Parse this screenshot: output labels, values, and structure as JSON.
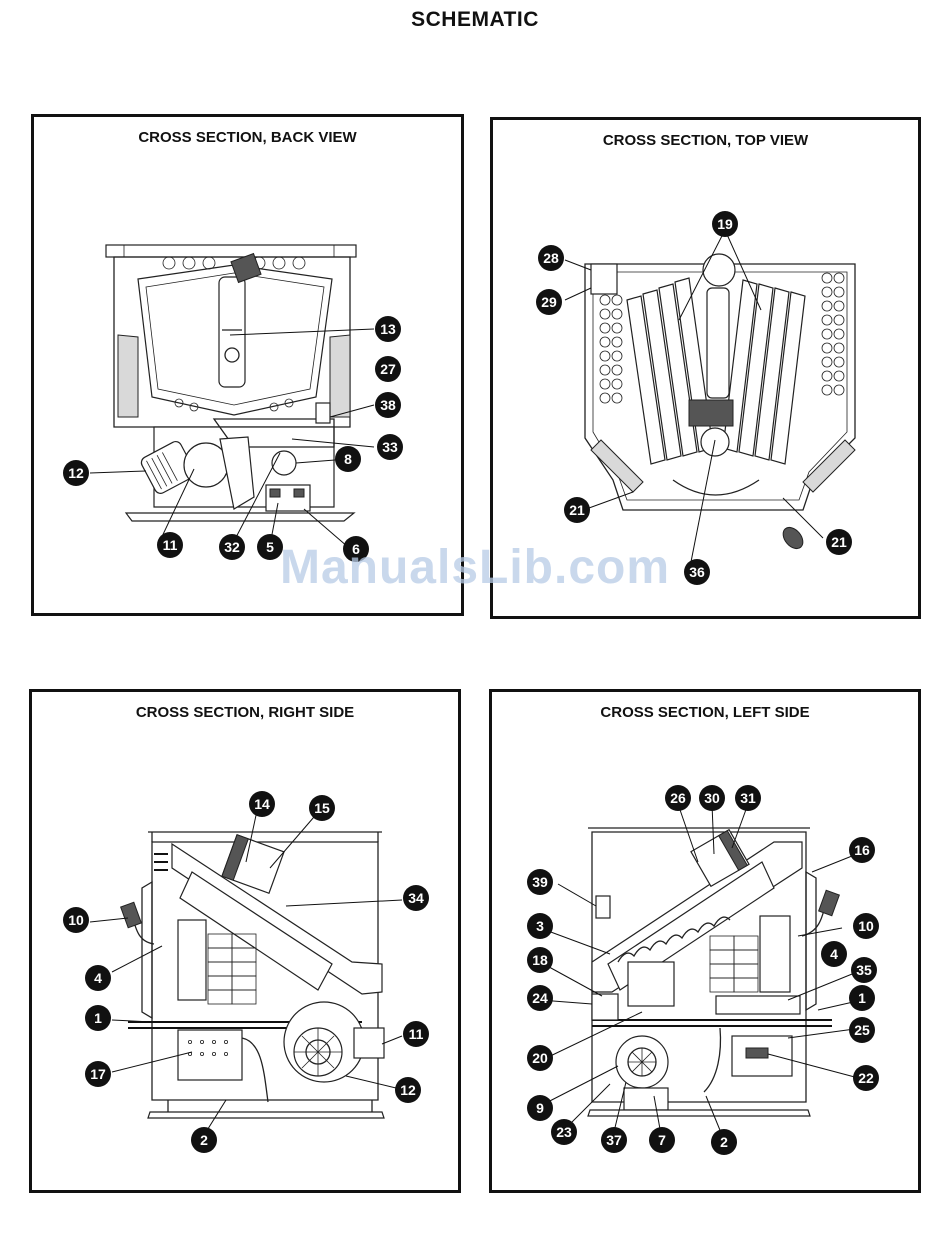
{
  "page": {
    "title": "SCHEMATIC",
    "watermark": "ManualsLib.com"
  },
  "panels": {
    "back": {
      "title": "CROSS SECTION, BACK VIEW",
      "callouts": {
        "c13": "13",
        "c27": "27",
        "c38": "38",
        "c33": "33",
        "c8": "8",
        "c12": "12",
        "c11": "11",
        "c32": "32",
        "c5": "5",
        "c6": "6"
      }
    },
    "top": {
      "title": "CROSS SECTION, TOP VIEW",
      "callouts": {
        "c19": "19",
        "c28": "28",
        "c29": "29",
        "c21a": "21",
        "c21b": "21",
        "c36": "36"
      }
    },
    "right": {
      "title": "CROSS SECTION, RIGHT SIDE",
      "callouts": {
        "c14": "14",
        "c15": "15",
        "c34": "34",
        "c10": "10",
        "c4": "4",
        "c1": "1",
        "c17": "17",
        "c11": "11",
        "c12": "12",
        "c2": "2"
      }
    },
    "left": {
      "title": "CROSS SECTION, LEFT SIDE",
      "callouts": {
        "c26": "26",
        "c30": "30",
        "c31": "31",
        "c16": "16",
        "c39": "39",
        "c3": "3",
        "c10": "10",
        "c4": "4",
        "c18": "18",
        "c35": "35",
        "c24": "24",
        "c1": "1",
        "c25": "25",
        "c20": "20",
        "c22": "22",
        "c9": "9",
        "c23": "23",
        "c37": "37",
        "c7": "7",
        "c2": "2"
      }
    }
  }
}
